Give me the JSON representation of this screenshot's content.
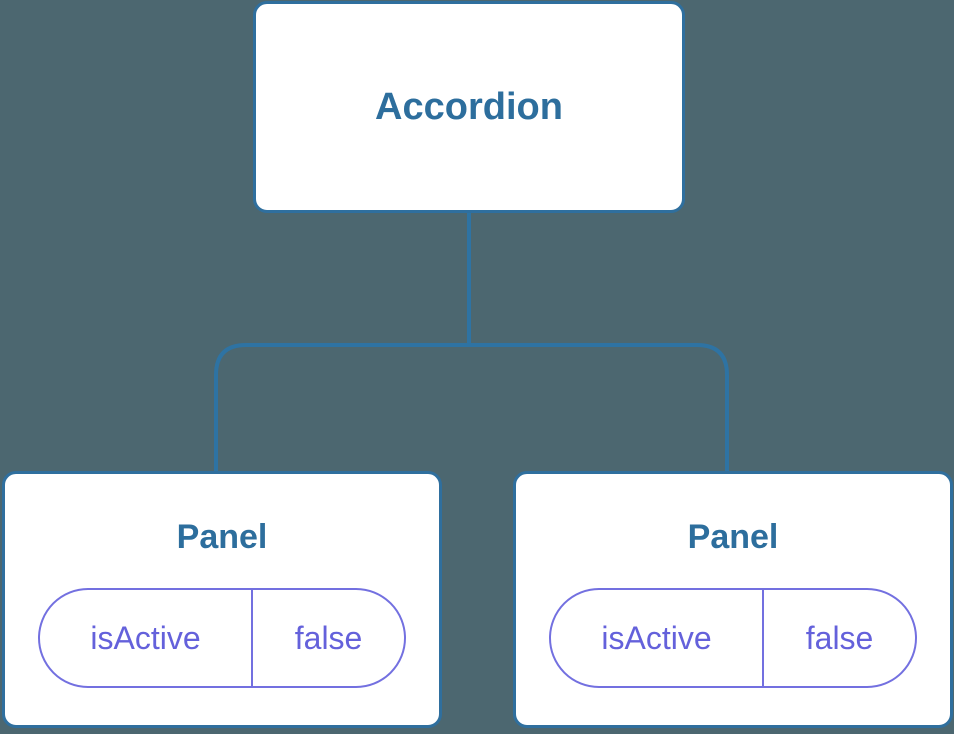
{
  "diagram": {
    "type": "component-tree",
    "background_color": "#4C6770",
    "colors": {
      "node_fill": "#FFFFFF",
      "node_border": "#2F6F9E",
      "node_text": "#2D6E9D",
      "connector": "#2E73A3",
      "state_border": "#7370E0",
      "state_text": "#6461DB"
    },
    "tree": {
      "root": {
        "label": "Accordion"
      },
      "children": [
        {
          "label": "Panel",
          "state": {
            "key": "isActive",
            "value": "false"
          }
        },
        {
          "label": "Panel",
          "state": {
            "key": "isActive",
            "value": "false"
          }
        }
      ]
    }
  }
}
